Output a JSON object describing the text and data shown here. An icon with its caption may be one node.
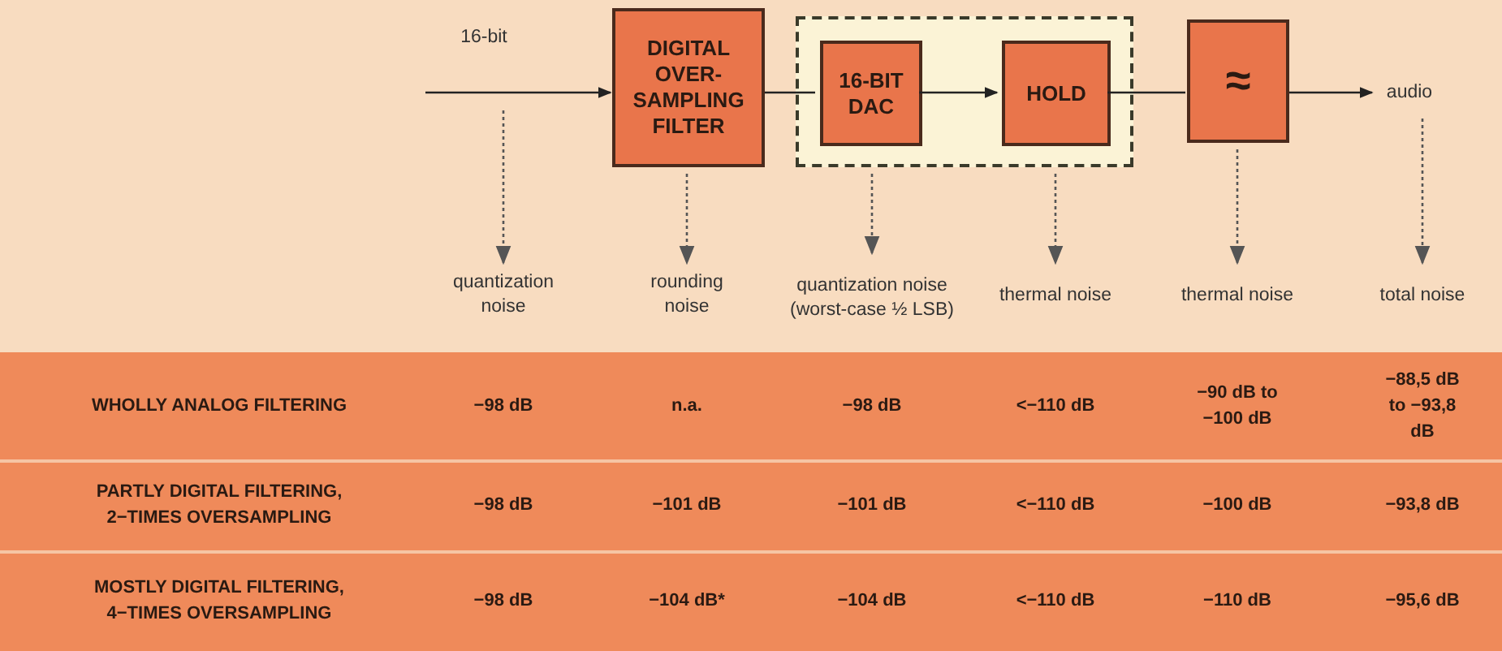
{
  "diagram": {
    "nodes": [
      {
        "text": [
          "DIGITAL OVER- SAMPLING FILTER"
        ]
      },
      {
        "text": [],
        "shape": "box"
      },
      {
        "text": [
          "16-BIT DAC"
        ],
        "in": 1
      },
      {
        "text": [
          "HOLD"
        ],
        "in": 1
      },
      {
        "text": [
          "≈"
        ]
      },
      {
        "text": [
          "audio"
        ]
      },
      {
        "text": [
          "quantization noise"
        ]
      },
      {
        "text": [
          "rounding noise"
        ]
      },
      {
        "text": [
          "quantization noise",
          "(worst-case ½ LSB)"
        ]
      },
      {
        "text": [
          "thermal noise"
        ]
      },
      {
        "text": [
          "thermal noise"
        ]
      },
      {
        "text": [
          "total noise"
        ]
      }
    ],
    "edges": [
      {
        "from": null,
        "to": 0,
        "arrow": "to",
        "label": "16-bit"
      },
      {
        "from": 0,
        "to": 2,
        "arrow": "none"
      },
      {
        "from": 2,
        "to": 3,
        "arrow": "to"
      },
      {
        "from": 3,
        "to": 4,
        "arrow": "none"
      },
      {
        "from": 4,
        "to": 5,
        "arrow": "to"
      },
      {
        "from": null,
        "to": 6,
        "arrow": "to",
        "style": "dashed"
      },
      {
        "from": 0,
        "to": 7,
        "arrow": "to",
        "style": "dashed"
      },
      {
        "from": 1,
        "to": 8,
        "arrow": "to",
        "style": "dashed"
      },
      {
        "from": 1,
        "to": 9,
        "arrow": "to",
        "style": "dashed"
      },
      {
        "from": 4,
        "to": 10,
        "arrow": "to",
        "style": "dashed"
      },
      {
        "from": 5,
        "to": 11,
        "arrow": "to",
        "style": "dashed"
      }
    ],
    "labels": [
      "WHOLLY ANALOG FILTERING",
      "−98 dB",
      "n.a.",
      "−98 dB",
      "<−110 dB",
      "−90 dB to −100 dB",
      "−88,5 dB to −93,8 dB",
      "PARTLY DIGITAL FILTERING, 2−TIMES OVERSAMPLING",
      "−98 dB",
      "−101 dB",
      "−101 dB",
      "<−110 dB",
      "−100 dB",
      "−93,8 dB",
      "MOSTLY DIGITAL FILTERING, 4−TIMES OVERSAMPLING",
      "−98 dB",
      "−104 dB*",
      "−104 dB",
      "<−110 dB",
      "−110 dB",
      "−95,6 dB"
    ]
  }
}
